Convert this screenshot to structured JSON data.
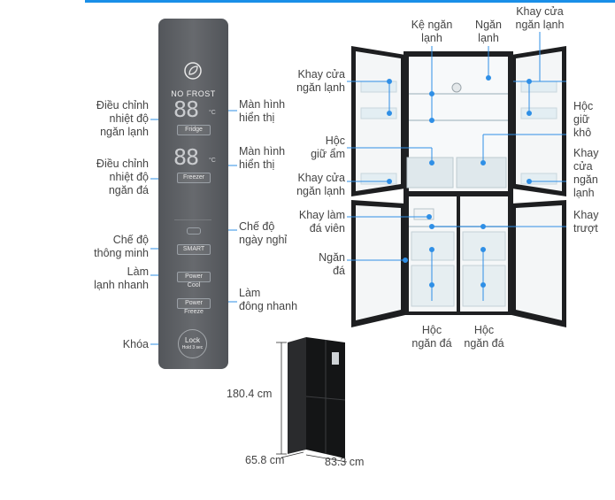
{
  "panel": {
    "brand_text": "NO FROST",
    "fridge_display": "88",
    "fridge_unit": "°C",
    "fridge_button": "Fridge",
    "freezer_display": "88",
    "freezer_unit": "°C",
    "freezer_button": "Freezer",
    "smart_button": "SMART",
    "power_cool_button": "Power Cool",
    "power_freeze_button": "Power Freeze",
    "lock_button": "Lock",
    "lock_subtext": "Hold 3 sec"
  },
  "left_labels": {
    "fridge_adjust": "Điều chỉnh\nnhiệt độ\nngăn lạnh",
    "freezer_adjust": "Điều chỉnh\nnhiệt độ\nngăn đá",
    "smart_mode": "Chế độ\nthông minh",
    "fast_cool": "Làm\nlạnh nhanh",
    "lock": "Khóa"
  },
  "right_panel_labels": {
    "display_1": "Màn hình\nhiển thị",
    "display_2": "Màn hình\nhiển thị",
    "holiday_mode": "Chế độ\nngày nghỉ",
    "fast_freeze": "Làm\nđông nhanh"
  },
  "fridge_labels": {
    "shelf": "Kệ ngăn\nlạnh",
    "compartment": "Ngăn\nlạnh",
    "door_bin_top_right": "Khay cửa\nngăn lạnh",
    "door_bin_top_left": "Khay cửa\nngăn lạnh",
    "dry_drawer": "Hộc\ngiữ\nkhô",
    "humid_drawer": "Hộc\ngiữ ẩm",
    "door_bin_mid_left": "Khay cửa\nngăn lạnh",
    "door_bin_mid_right": "Khay\ncửa\nngăn\nlạnh",
    "ice_tray": "Khay làm\nđá viên",
    "sliding_tray": "Khay\ntrượt",
    "freezer_compartment": "Ngăn\nđá",
    "freezer_drawer_left": "Hộc\nngăn đá",
    "freezer_drawer_right": "Hộc\nngăn đá"
  },
  "dimensions": {
    "height": "180.4 cm",
    "depth": "65.8 cm",
    "width": "83.3 cm"
  }
}
